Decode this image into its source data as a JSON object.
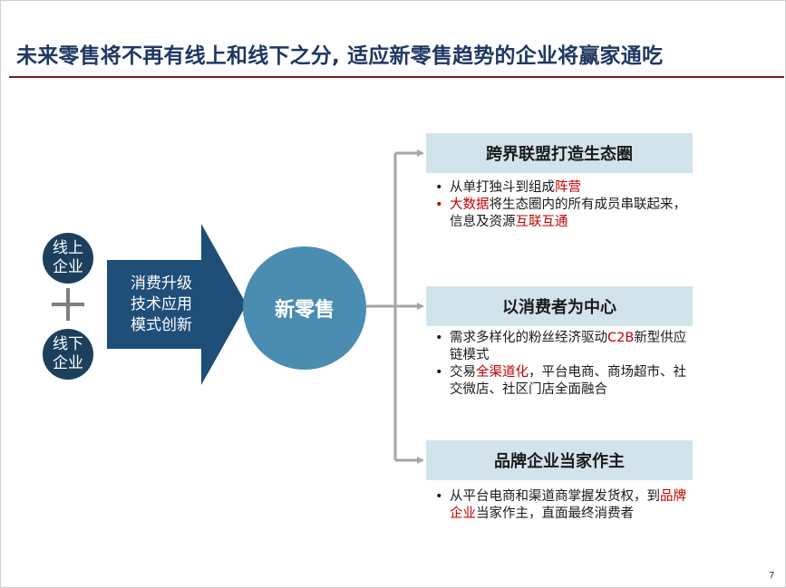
{
  "title": "未来零售将不再有线上和线下之分, 适应新零售趋势的企业将赢家通吃",
  "left": {
    "online": "线上企业",
    "offline": "线下企业",
    "drivers": [
      "消费升级",
      "技术应用",
      "模式创新"
    ]
  },
  "center": "新零售",
  "branches": [
    {
      "heading": "跨界联盟打造生态圈",
      "bullets": [
        {
          "segments": [
            {
              "t": "从单打独斗到组成",
              "hl": false
            },
            {
              "t": "阵营",
              "hl": true
            }
          ]
        },
        {
          "red_bullet": true,
          "segments": [
            {
              "t": "大数据",
              "hl": true
            },
            {
              "t": "将生态圈内的所有成员串联起来，信息及资源",
              "hl": false
            },
            {
              "t": "互联互通",
              "hl": true
            }
          ]
        }
      ]
    },
    {
      "heading": "以消费者为中心",
      "bullets": [
        {
          "segments": [
            {
              "t": "需求多样化的粉丝经济驱动",
              "hl": false
            },
            {
              "t": "C2B",
              "hl": true
            },
            {
              "t": "新型供应链模式",
              "hl": false
            }
          ]
        },
        {
          "segments": [
            {
              "t": "交易",
              "hl": false
            },
            {
              "t": "全渠道化",
              "hl": true
            },
            {
              "t": "，平台电商、商场超市、社交微店、社区门店全面融合",
              "hl": false
            }
          ]
        }
      ]
    },
    {
      "heading": "品牌企业当家作主",
      "bullets": [
        {
          "segments": [
            {
              "t": "从平台电商和渠道商掌握发货权，到",
              "hl": false
            },
            {
              "t": "品牌企业",
              "hl": true
            },
            {
              "t": "当家作主，直面最终消费者",
              "hl": false
            }
          ]
        }
      ]
    }
  ],
  "page_number": "7",
  "colors": {
    "title": "#1f3864",
    "dark_navy": "#1c3f5e",
    "arrow": "#1f4e79",
    "main_circle": "#4a8db0",
    "box_fill": "#d3e3ec",
    "highlight": "#c00000",
    "rule": "#7b1c1c",
    "connector": "#a6a6a6"
  }
}
